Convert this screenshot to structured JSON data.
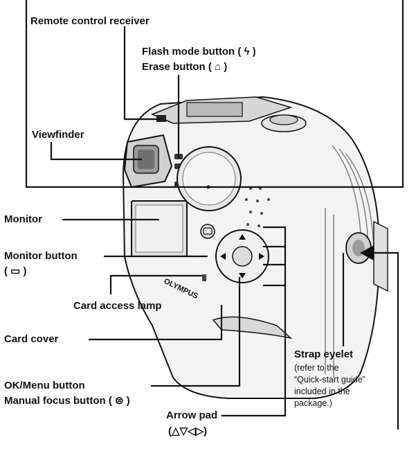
{
  "labels": {
    "remote_control_receiver": "Remote control receiver",
    "flash_mode_button": "Flash mode button (",
    "flash_symbol": "ϟ",
    "erase_button": "Erase button (",
    "erase_symbol": "⌂",
    "close_paren": ")",
    "viewfinder": "Viewfinder",
    "monitor": "Monitor",
    "monitor_button": "Monitor button",
    "monitor_button_symbol": "( ▭ )",
    "card_access_lamp": "Card access lamp",
    "card_cover": "Card cover",
    "ok_menu_button": "OK/Menu button",
    "manual_focus_button": "Manual focus button (",
    "manual_focus_symbol": "⊜",
    "arrow_pad": "Arrow pad",
    "arrow_pad_symbols": "(△▽◁▷)",
    "strap_eyelet": "Strap eyelet",
    "strap_note_1": "(refer to the",
    "strap_note_2": "“Quick-start guide”",
    "strap_note_3": "included in the",
    "strap_note_4": "package.)",
    "brand": "OLYMPUS"
  },
  "colors": {
    "line": "#111111",
    "body_light": "#f2f2f2",
    "body_mid": "#c8c8c8",
    "body_dark": "#555555"
  }
}
